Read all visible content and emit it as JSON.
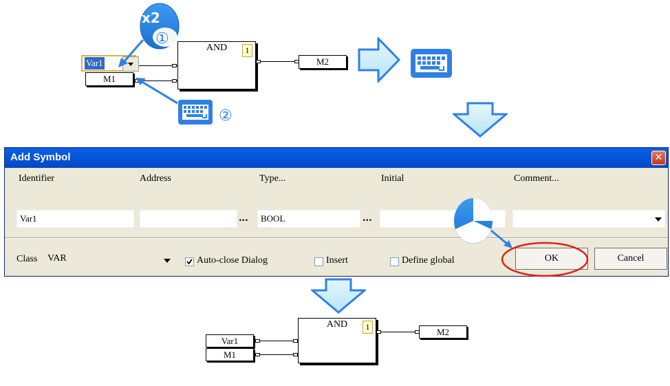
{
  "diagram_top": {
    "inputs": [
      "Var1",
      "M1"
    ],
    "block_name": "AND",
    "block_number": "1",
    "output": "M2",
    "badge_x2": "x2",
    "step1": "①",
    "step2": "②"
  },
  "dialog": {
    "title": "Add Symbol",
    "close_glyph": "✕",
    "headers": {
      "identifier": "Identifier",
      "address": "Address",
      "type": "Type...",
      "initial": "Initial",
      "comment": "Comment..."
    },
    "values": {
      "identifier": "Var1",
      "address": "",
      "type": "BOOL",
      "initial": "",
      "comment": ""
    },
    "ellipsis": "...",
    "class_label": "Class",
    "class_value": "VAR",
    "auto_close_label": "Auto-close Dialog",
    "auto_close_checked": true,
    "insert_label": "Insert",
    "insert_checked": false,
    "define_global_label": "Define global",
    "define_global_checked": false,
    "ok_label": "OK",
    "cancel_label": "Cancel"
  },
  "diagram_bottom": {
    "inputs": [
      "Var1",
      "M1"
    ],
    "block_name": "AND",
    "block_number": "1",
    "output": "M2"
  },
  "icons": [
    "keyboard-icon",
    "mouse-icon",
    "arrow-right-icon",
    "arrow-down-icon",
    "dropdown-arrow-icon",
    "checkmark-icon"
  ],
  "colors": {
    "accent": "#2f80e6",
    "highlight_ring": "#e0201a",
    "titlebar": "#0554d8",
    "block_number_bg": "#ffffc8"
  }
}
